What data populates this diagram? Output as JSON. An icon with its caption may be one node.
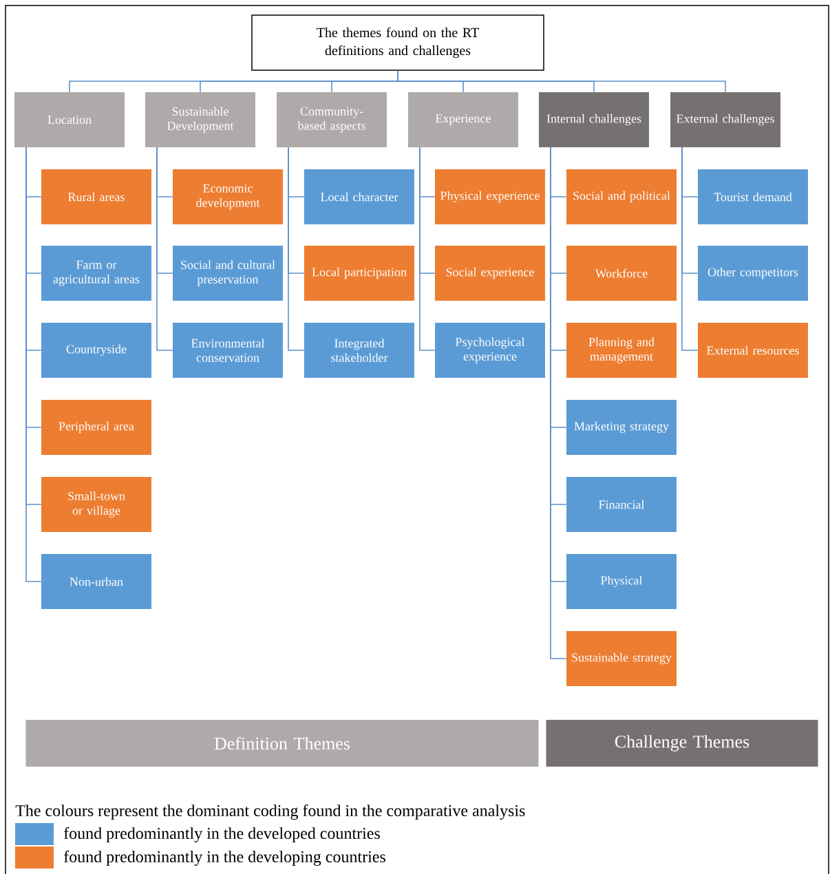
{
  "diagram": {
    "nodes": [
      {
        "text": [
          "The themes found on the RT definitions and challenges"
        ]
      },
      {
        "text": [
          "Location"
        ]
      },
      {
        "text": [
          "Sustainable Development"
        ]
      },
      {
        "text": [
          "Community-based aspects"
        ]
      },
      {
        "text": [
          "Experience"
        ]
      },
      {
        "text": [
          "Internal challenges"
        ]
      },
      {
        "text": [
          "External challenges"
        ]
      },
      {
        "text": [
          "Rural areas"
        ]
      },
      {
        "text": [
          "Farm or agricultural areas"
        ]
      },
      {
        "text": [
          "Countryside"
        ]
      },
      {
        "text": [
          "Peripheral area"
        ]
      },
      {
        "text": [
          "Small-town or village"
        ]
      },
      {
        "text": [
          "Non-urban"
        ]
      },
      {
        "text": [
          "Economic development"
        ]
      },
      {
        "text": [
          "Social and cultural preservation"
        ]
      },
      {
        "text": [
          "Environmental conservation"
        ]
      },
      {
        "text": [
          "Local character"
        ]
      },
      {
        "text": [
          "Local participation"
        ]
      },
      {
        "text": [
          "Integrated stakeholder"
        ]
      },
      {
        "text": [
          "Physical experience"
        ]
      },
      {
        "text": [
          "Social experience"
        ]
      },
      {
        "text": [
          "Psychological experience"
        ]
      },
      {
        "text": [
          "Social and political"
        ]
      },
      {
        "text": [
          "Workforce"
        ]
      },
      {
        "text": [
          "Planning and management"
        ]
      },
      {
        "text": [
          "Marketing strategy"
        ]
      },
      {
        "text": [
          "Financial"
        ]
      },
      {
        "text": [
          "Physical"
        ]
      },
      {
        "text": [
          "Sustainable strategy"
        ]
      },
      {
        "text": [
          "Tourist demand"
        ]
      },
      {
        "text": [
          "Other competitors"
        ]
      },
      {
        "text": [
          "External resources"
        ]
      },
      {
        "text": [
          "Definition Themes"
        ]
      },
      {
        "text": [
          "Challenge Themes"
        ]
      }
    ],
    "edges": [
      {
        "from": 0,
        "to": 1,
        "arrow": "none"
      },
      {
        "from": 0,
        "to": 2,
        "arrow": "none"
      },
      {
        "from": 0,
        "to": 3,
        "arrow": "none"
      },
      {
        "from": 0,
        "to": 4,
        "arrow": "none"
      },
      {
        "from": 0,
        "to": 5,
        "arrow": "none"
      },
      {
        "from": 0,
        "to": 6,
        "arrow": "none"
      },
      {
        "from": 1,
        "to": 7,
        "arrow": "none"
      },
      {
        "from": 1,
        "to": 8,
        "arrow": "none"
      },
      {
        "from": 1,
        "to": 9,
        "arrow": "none"
      },
      {
        "from": 1,
        "to": 10,
        "arrow": "none"
      },
      {
        "from": 1,
        "to": 11,
        "arrow": "none"
      },
      {
        "from": 1,
        "to": 12,
        "arrow": "none"
      },
      {
        "from": 2,
        "to": 13,
        "arrow": "none"
      },
      {
        "from": 2,
        "to": 14,
        "arrow": "none"
      },
      {
        "from": 2,
        "to": 15,
        "arrow": "none"
      },
      {
        "from": 3,
        "to": 16,
        "arrow": "none"
      },
      {
        "from": 3,
        "to": 17,
        "arrow": "none"
      },
      {
        "from": 3,
        "to": 18,
        "arrow": "none"
      },
      {
        "from": 4,
        "to": 19,
        "arrow": "none"
      },
      {
        "from": 4,
        "to": 20,
        "arrow": "none"
      },
      {
        "from": 4,
        "to": 21,
        "arrow": "none"
      },
      {
        "from": 5,
        "to": 22,
        "arrow": "none"
      },
      {
        "from": 5,
        "to": 23,
        "arrow": "none"
      },
      {
        "from": 5,
        "to": 24,
        "arrow": "none"
      },
      {
        "from": 5,
        "to": 25,
        "arrow": "none"
      },
      {
        "from": 5,
        "to": 26,
        "arrow": "none"
      },
      {
        "from": 5,
        "to": 27,
        "arrow": "none"
      },
      {
        "from": 5,
        "to": 28,
        "arrow": "none"
      },
      {
        "from": 6,
        "to": 29,
        "arrow": "none"
      },
      {
        "from": 6,
        "to": 30,
        "arrow": "none"
      },
      {
        "from": 6,
        "to": 31,
        "arrow": "none"
      }
    ],
    "labels": [
      "The colours represent the dominant coding found in the comparative analysis"
    ],
    "legend": [
      {
        "text": "found predominantly in the developed countries",
        "color": "#5b9bd5"
      },
      {
        "text": "found predominantly in the developing countries",
        "color": "#ed7d31"
      }
    ]
  }
}
